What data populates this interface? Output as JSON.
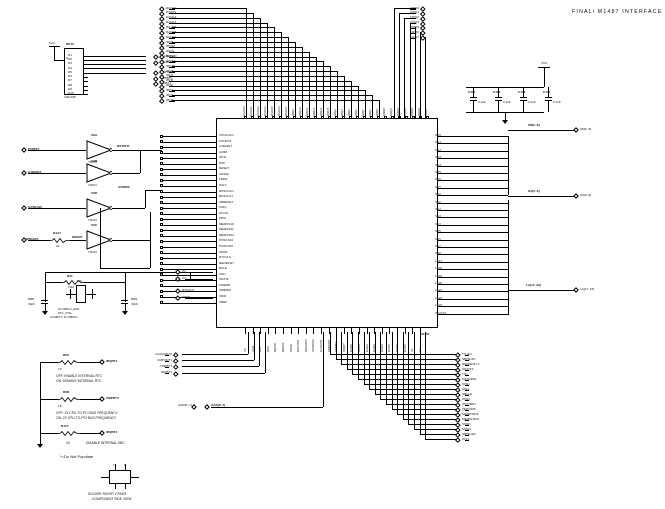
{
  "sheet": {
    "title": "FINALi M1487 INTERFACE",
    "do_not_populate_note": "*=Do Not Populate",
    "jumper_note_line1": "SOLDER SHORT 2 PADS",
    "jumper_note_line2": "COMPONENT SIDE VIEW"
  },
  "power": {
    "vcc_label": "VCC",
    "gnd_label": "GND"
  },
  "connector_rp10": {
    "refdes": "RP10",
    "value": "10K/10P",
    "vcc": "VCC",
    "common_pin": "C",
    "pins": [
      "D1",
      "D2",
      "D3",
      "D4",
      "D5",
      "D6",
      "D7",
      "D8",
      "D9",
      "D10"
    ],
    "nets": [
      "CLKRUNJO",
      "CLKRUNJ1",
      "CMPORTJ",
      "CMPBTJ",
      "IRQBTJ"
    ]
  },
  "buffers": [
    {
      "refdes": "U9A",
      "part": "74F04",
      "input": "PCIRST",
      "output": "RSTBUF"
    },
    {
      "refdes": "U9B",
      "part": "74F04",
      "input": "X-RESET",
      "output": ""
    },
    {
      "refdes": "U9D",
      "part": "74F04",
      "input": "GATEA20",
      "output": "A20BUF"
    },
    {
      "refdes": "U9C",
      "part": "74F04",
      "input": "KBDATA",
      "output": ""
    }
  ],
  "series_resistor": {
    "refdes": "R1A7",
    "value": "22",
    "net": "KBDAT"
  },
  "oscillator": {
    "crystal_refdes": "Y1",
    "crystal_value": "32.768KHz_RAD",
    "crystal_note1": "RTC_XTAL",
    "crystal_note2": "SCHMITT: 32.768KHz",
    "resistor_refdes": "R21",
    "resistor_value": "10M",
    "cap_left_refdes": "C23",
    "cap_left_value": "33pF",
    "cap_right_refdes": "C24",
    "cap_right_value": "33pF",
    "pin_nets": [
      "X1",
      "X2"
    ],
    "footer_note1": "32.768KHz_RAD",
    "footer_note2": "SCHMITT: 32.768KHz"
  },
  "decoupling": [
    {
      "refdes": "C177",
      "value": "0.1uF"
    },
    {
      "refdes": "C180",
      "value": "0.1uF"
    },
    {
      "refdes": "C178",
      "value": "0.1uF"
    },
    {
      "refdes": "C174",
      "value": "0.1uF"
    }
  ],
  "config_jumpers": [
    {
      "refdes": "R6A",
      "value": "1K",
      "net": "IRQBTJ",
      "note_off": "OFF: ENABLE INTERNAL RTC",
      "note_on": "ON:  DISABLE INTERNAL RTC"
    },
    {
      "refdes": "R6B",
      "value": "1K",
      "net": "CMPBTJ",
      "note_off": "OFF: 1X CPU-TO-PCI BUS FREQUENCY",
      "note_on": "ON:  2X CPU-TO-PCI BUS FREQUENCY"
    },
    {
      "refdes": "R172",
      "value": "1K",
      "net": "IRQBTJ",
      "note_off": "DISABLE INTERNAL KBC",
      "note_on": ""
    }
  ],
  "jumper_symbol": {
    "pin1": "1",
    "pin2": "2"
  },
  "ic": {
    "refdes": "U1",
    "part": "M1487",
    "left_pins": [
      "CPUCLKO",
      "CPURST",
      "X-RESET",
      "A20M",
      "INTR",
      "NMI",
      "RESET",
      "IGNNE",
      "FERR",
      "HALT",
      "BUSCLKO",
      "BUSCLK1",
      "KBRESET",
      "CIRQ",
      "ATCLK",
      "PWG",
      "MEMCS16",
      "MEMCS32",
      "MEMCS64",
      "POSCS16",
      "POSCS32",
      "SPKR",
      "RTCCLK",
      "REFRESH",
      "BALE",
      "OSC",
      "IOCHK",
      "SMEMR",
      "SMEMW",
      "XDIR",
      "VREF"
    ],
    "right_pins": [
      "SD0",
      "SD1",
      "SD2",
      "SD3",
      "SD4",
      "SD5",
      "SD6",
      "SD7",
      "SA0",
      "SA1",
      "SA2",
      "SA3",
      "SA4",
      "SA5",
      "SA6",
      "SA7",
      "SA8",
      "LA17",
      "LA18",
      "LA19",
      "LA20",
      "LA21",
      "LA22",
      "LA23",
      "IOCS16"
    ],
    "top_pins": [
      "DACK0",
      "DACK1",
      "DACK2",
      "DACK3",
      "DACK5",
      "DACK6",
      "DACK7",
      "IRQ9",
      "IRQ10",
      "IRQ11",
      "IRQ12",
      "IRQ14",
      "IRQ15",
      "IRQ3",
      "IRQ4",
      "IRQ5",
      "IRQ6",
      "IRQ7",
      "IRQ1",
      "IRQ8",
      "DRQ0",
      "DRQ1",
      "DRQ2",
      "DRQ3",
      "DRQ5",
      "DRQ6",
      "DRQ7"
    ],
    "bottom_pins": [
      "TC",
      "AEN",
      "IOR",
      "IOW",
      "MEMR",
      "MEMW",
      "SBHE",
      "MASTER",
      "IOCHRDY",
      "ZEROWS",
      "CLKRUN",
      "CMPORT",
      "CMPBT",
      "IRQBT",
      "GAD0",
      "GAD1",
      "GAD2",
      "GAD3",
      "GAD4",
      "GAD5",
      "GAD6",
      "GAD7",
      "X1",
      "X2"
    ]
  },
  "top_bus_nets_left": [
    "DACK0",
    "DACK1",
    "DACK2",
    "DACK3",
    "DACK5",
    "DACK6",
    "DACK7",
    "IRQ9",
    "IRQ10",
    "IRQ11",
    "IRQ12",
    "IRQ14",
    "IRQ15",
    "IRQ3",
    "IRQ4",
    "IRQ5",
    "IRQ6",
    "IRQ7",
    "IRQ1",
    "IRQ8"
  ],
  "top_bus_nets_right": [
    "DRQ0",
    "DRQ1",
    "DRQ2",
    "DRQ3",
    "DRQ5",
    "DRQ6",
    "DRQ7"
  ],
  "right_bus_nets": [
    {
      "bus": "SD[0..8]",
      "flag": "SD[0..8]"
    },
    {
      "bus": "SA[0..8]",
      "flag": "SA[0..8]"
    },
    {
      "bus": "LA[17..23]",
      "flag": "LA[17..23]"
    }
  ],
  "bottom_right_nets": [
    "TC-EN",
    "SBHE-BU",
    "REFRESH-J",
    "IOCHK1",
    "TC1",
    "MASTER1",
    "IOW1",
    "IOR1",
    "SBALE",
    "IOW2",
    "IOCHRDY",
    "ZEROWS",
    "MEMR-BUF",
    "MEMW-BUF",
    "SMRJ",
    "SMWJ",
    "SBHE-EN",
    "IOS1"
  ],
  "bottom_left_nets": [
    "CLKRUNJO",
    "CMPORTJ",
    "CMPBTJ",
    "IRQBTJ"
  ],
  "gad_bus": {
    "label": "GAD[0..7]",
    "flag": "GAD[0..7]"
  },
  "left_nets": {
    "rstbuf": "RSTBUF",
    "a20buf": "A20BUF",
    "kbdat": "KBDAT",
    "x1": "X1",
    "x2": "X2",
    "rtcclk": "RTCCLK",
    "vref": "VREF"
  }
}
